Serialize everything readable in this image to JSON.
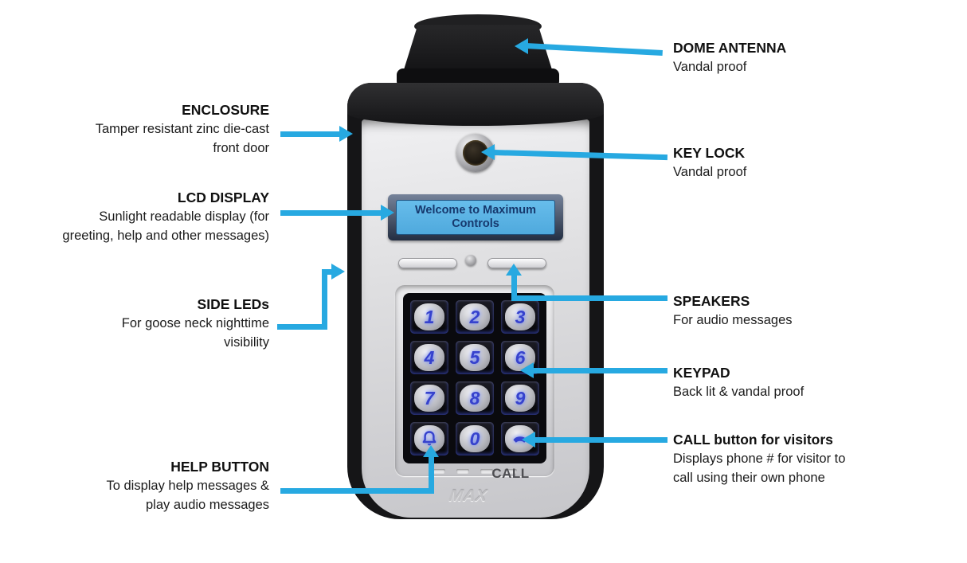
{
  "colors": {
    "arrow": "#27a9e1",
    "lcd_screen": "#58b5e8",
    "lcd_text": "#16386d",
    "key_glyph": "#3642cd"
  },
  "callouts": {
    "left": [
      {
        "title": "ENCLOSURE",
        "lines": [
          "Tamper resistant zinc die-cast",
          "front door"
        ]
      },
      {
        "title": "LCD DISPLAY",
        "lines": [
          "Sunlight readable display (for",
          "greeting, help and other messages)"
        ]
      },
      {
        "title": "SIDE LEDs",
        "lines": [
          "For goose neck nighttime",
          "visibility"
        ]
      },
      {
        "title": "HELP BUTTON",
        "lines": [
          "To display help messages  &",
          "play audio messages"
        ]
      }
    ],
    "right": [
      {
        "title": "DOME ANTENNA",
        "lines": [
          "Vandal proof"
        ]
      },
      {
        "title": "KEY LOCK",
        "lines": [
          "Vandal proof"
        ]
      },
      {
        "title": "SPEAKERS",
        "lines": [
          "For audio messages"
        ]
      },
      {
        "title": "KEYPAD",
        "lines": [
          "Back lit & vandal proof"
        ]
      },
      {
        "title": "CALL button for visitors",
        "lines": [
          "Displays phone # for visitor to",
          "call using their own phone"
        ]
      }
    ]
  },
  "device": {
    "lcd": {
      "lines": [
        "Welcome to Maximum",
        "Controls"
      ]
    },
    "keypad": {
      "digits": [
        "1",
        "2",
        "3",
        "4",
        "5",
        "6",
        "7",
        "8",
        "9"
      ],
      "zero": "0",
      "bottom_left_icon": "bell",
      "bottom_right_icon": "phone"
    },
    "call_label": "CALL",
    "logo_text": "MAX"
  }
}
